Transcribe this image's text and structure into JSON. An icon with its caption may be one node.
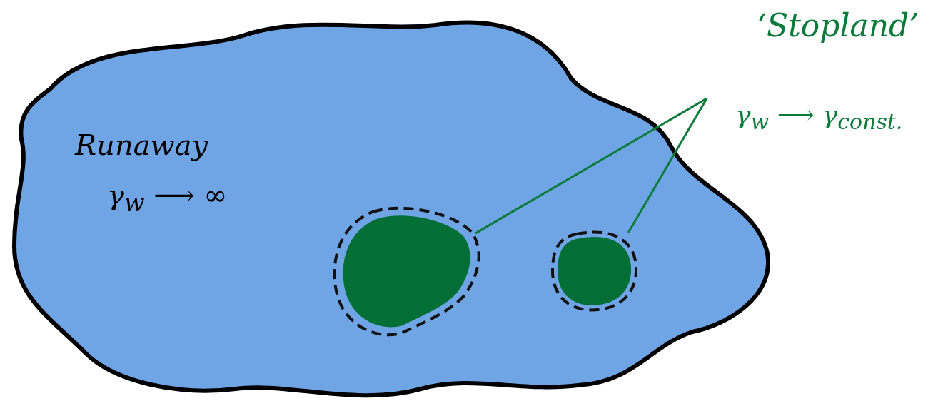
{
  "diagram": {
    "nodes": [
      {
        "text": [
          "Runaway",
          "γ$_{w}$ ⟶ ∞"
        ]
      },
      {
        "text": [],
        "shape": "blob",
        "in": 0
      },
      {
        "text": [],
        "shape": "blob",
        "in": 0
      },
      {
        "text": [
          "‘Stopland’",
          "γ$_{w}$ ⟶ γ$_{const.}$"
        ]
      }
    ],
    "edges": [
      {
        "from": 3,
        "to": 1,
        "arrow": "none"
      },
      {
        "from": 3,
        "to": 2,
        "arrow": "none"
      }
    ]
  }
}
